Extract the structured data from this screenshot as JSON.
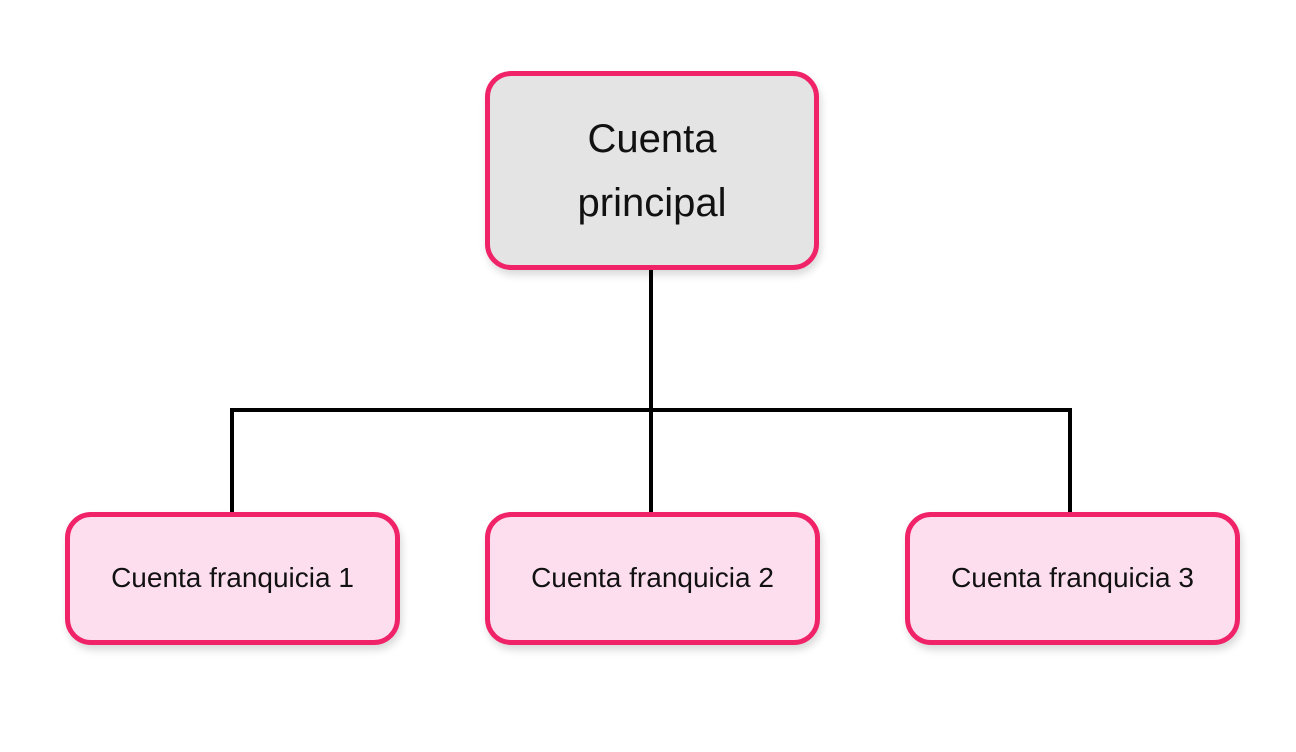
{
  "diagram": {
    "type": "org-chart",
    "root": {
      "label": "Cuenta principal"
    },
    "children": [
      {
        "label": "Cuenta franquicia 1"
      },
      {
        "label": "Cuenta franquicia 2"
      },
      {
        "label": "Cuenta franquicia 3"
      }
    ],
    "edges": [
      [
        "Cuenta principal",
        "Cuenta franquicia 1"
      ],
      [
        "Cuenta principal",
        "Cuenta franquicia 2"
      ],
      [
        "Cuenta principal",
        "Cuenta franquicia 3"
      ]
    ]
  },
  "colors": {
    "background": "#ffffff",
    "accent_pink": "#f02369",
    "root_fill": "#e4e4e4",
    "child_fill": "#fcdeee",
    "connector": "#000000",
    "text": "#111111"
  }
}
